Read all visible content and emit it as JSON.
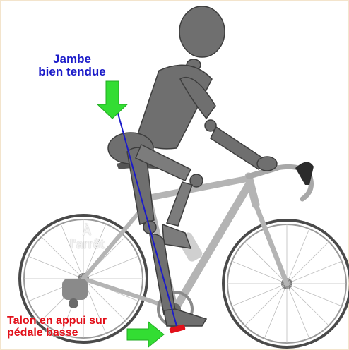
{
  "labels": {
    "leg_extended": [
      "Jambe",
      "bien tendue"
    ],
    "stopped": [
      "À",
      "l'arrêt"
    ],
    "heel_on_pedal": [
      "Talon en appui sur",
      "pédale basse"
    ]
  },
  "icons": {
    "top_arrow": "down-arrow-icon",
    "bottom_arrow": "right-arrow-icon"
  },
  "colors": {
    "leg_line": "#1b1bc9",
    "arrow": "#33dd33",
    "heel_marker": "#e2101a",
    "mannequin": "#6f6f6f",
    "bike_frame": "#b4b4b4",
    "label_leg": "#1b1bc9",
    "label_heel": "#e2101a"
  }
}
